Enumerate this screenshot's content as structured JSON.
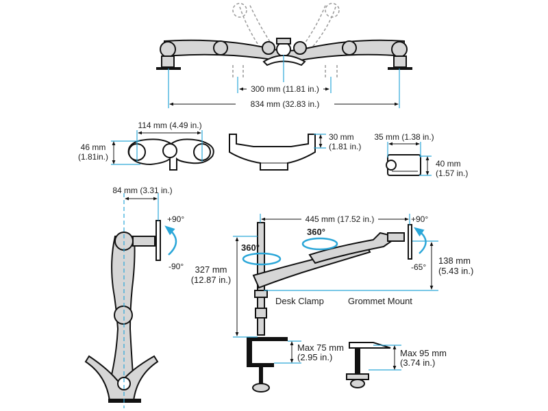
{
  "top_view": {
    "inner_span": "300 mm (11.81 in.)",
    "total_span": "834 mm (32.83 in.)"
  },
  "crossbar": {
    "width": "114 mm (4.49 in.)",
    "height_mm": "46 mm",
    "height_in": "(1.81in.)"
  },
  "base_plate": {
    "height_mm": "30 mm",
    "height_in": "(1.81 in.)"
  },
  "vesa_block": {
    "width": "35 mm (1.38 in.)",
    "height_mm": "40 mm",
    "height_in": "(1.57 in.)"
  },
  "side_view": {
    "offset": "84 mm (3.31 in.)",
    "tilt_up": "+90°",
    "tilt_down": "-90°"
  },
  "arm_view": {
    "reach": "445 mm (17.52 in.)",
    "rotation_pole": "360°",
    "rotation_arm": "360°",
    "tilt_up": "+90°",
    "tilt_down": "-65°",
    "pole_height_mm": "327 mm",
    "pole_height_in": "(12.87 in.)",
    "arm_drop_mm": "138 mm",
    "arm_drop_in": "(5.43 in.)"
  },
  "mounting": {
    "desk_clamp_label": "Desk Clamp",
    "grommet_label": "Grommet Mount",
    "clamp_max_mm": "Max 75 mm",
    "clamp_max_in": "(2.95 in.)",
    "grommet_max_mm": "Max 95 mm",
    "grommet_max_in": "(3.74 in.)"
  }
}
